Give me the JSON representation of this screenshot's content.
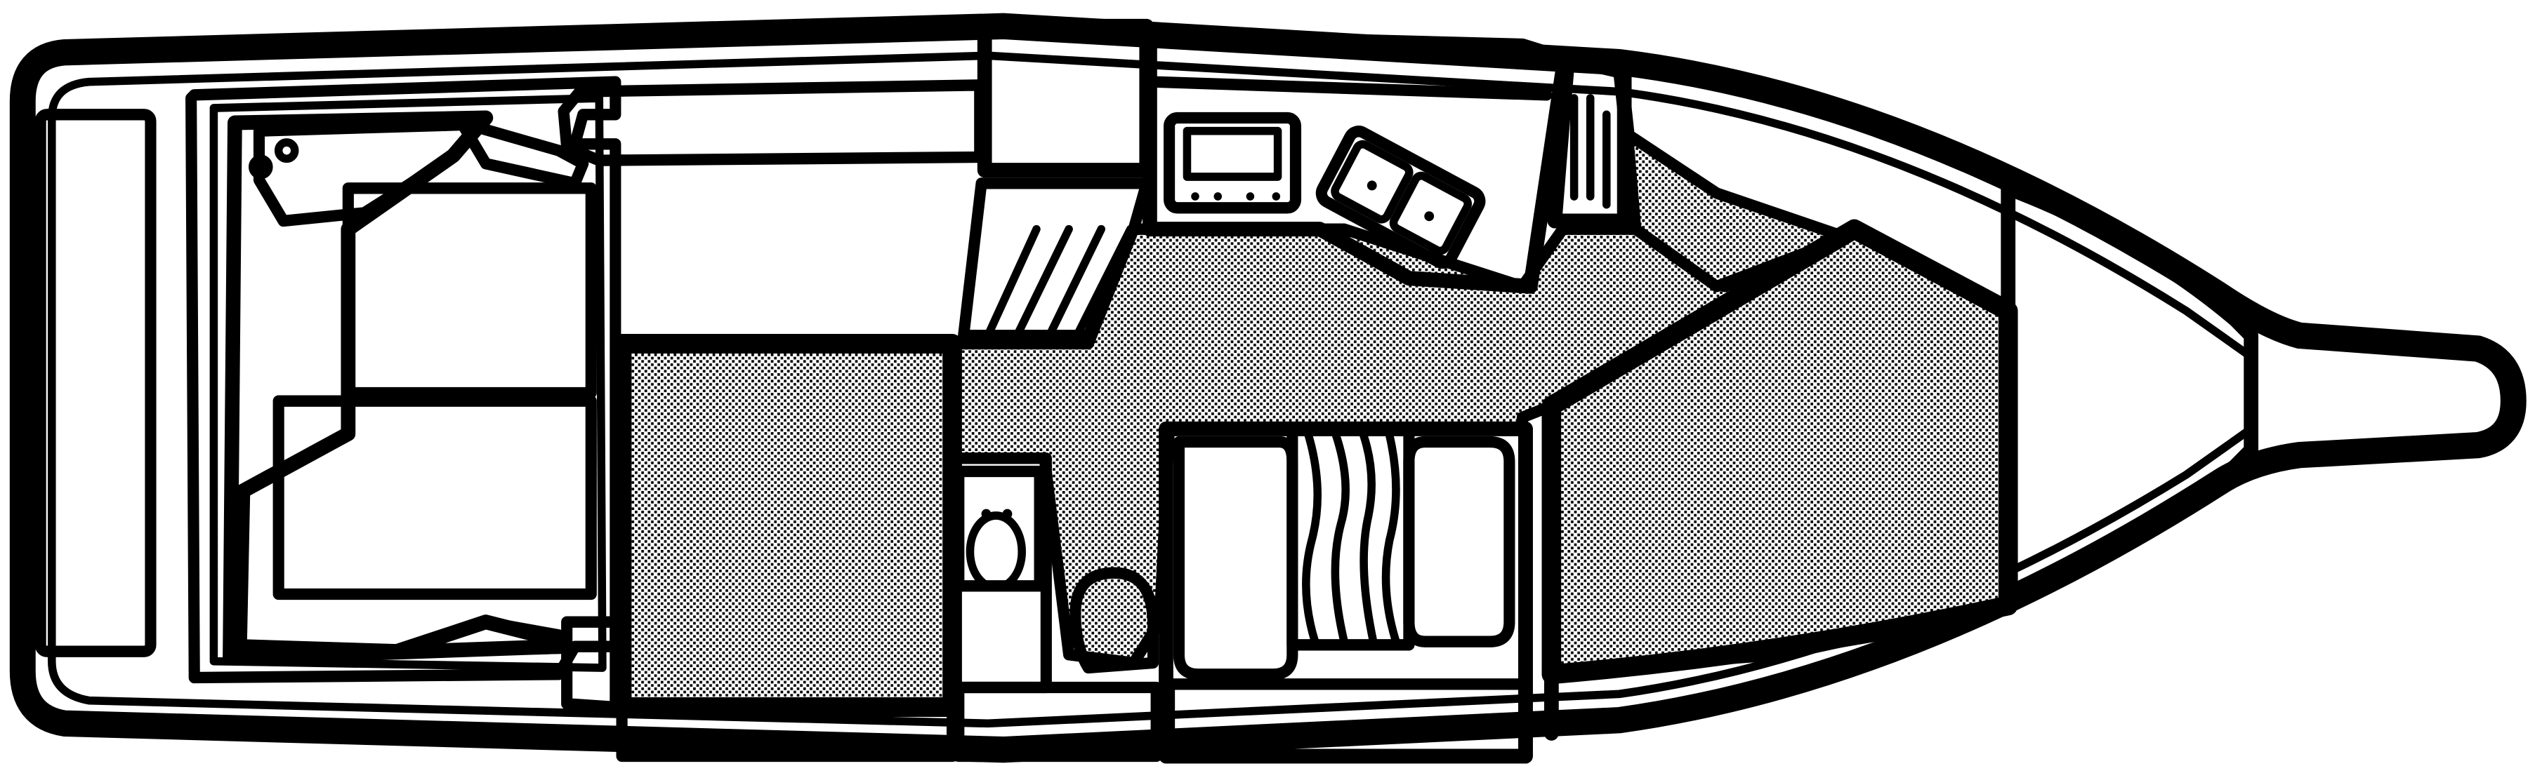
{
  "diagram": {
    "type": "boat-deck-layout",
    "colors": {
      "ink": "#000000",
      "paper": "#ffffff",
      "stipple": "#9a9a9a"
    },
    "regions": [
      "cockpit",
      "salon-floor",
      "galley",
      "head",
      "dinette",
      "v-berth",
      "anchor-locker"
    ]
  }
}
